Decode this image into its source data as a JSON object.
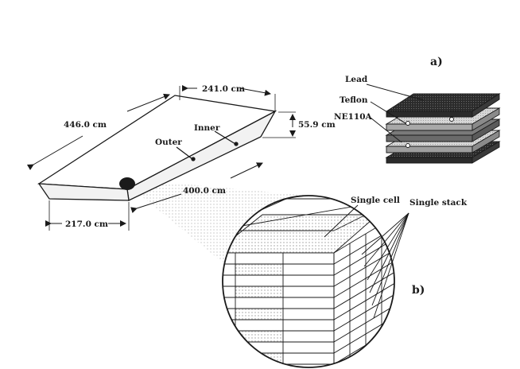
{
  "module_dimensions": {
    "long_edge": "446.0 cm",
    "top_edge": "241.0 cm",
    "thickness": "55.9 cm",
    "inner_length": "400.0 cm",
    "bottom_edge": "217.0 cm",
    "inner_label": "Inner",
    "outer_label": "Outer"
  },
  "panel_a": {
    "tag": "a)",
    "layers": [
      "Lead",
      "Teflon",
      "NE110A"
    ]
  },
  "panel_b": {
    "tag": "b)",
    "single_cell": "Single cell",
    "single_stack": "Single stack"
  },
  "colors": {
    "ink": "#1a1a1a",
    "lead": "#2b2b2b",
    "teflon": "#bdbdbd",
    "scintillator": "#7a7a7a",
    "cell_highlight": "#cfcfcf"
  }
}
